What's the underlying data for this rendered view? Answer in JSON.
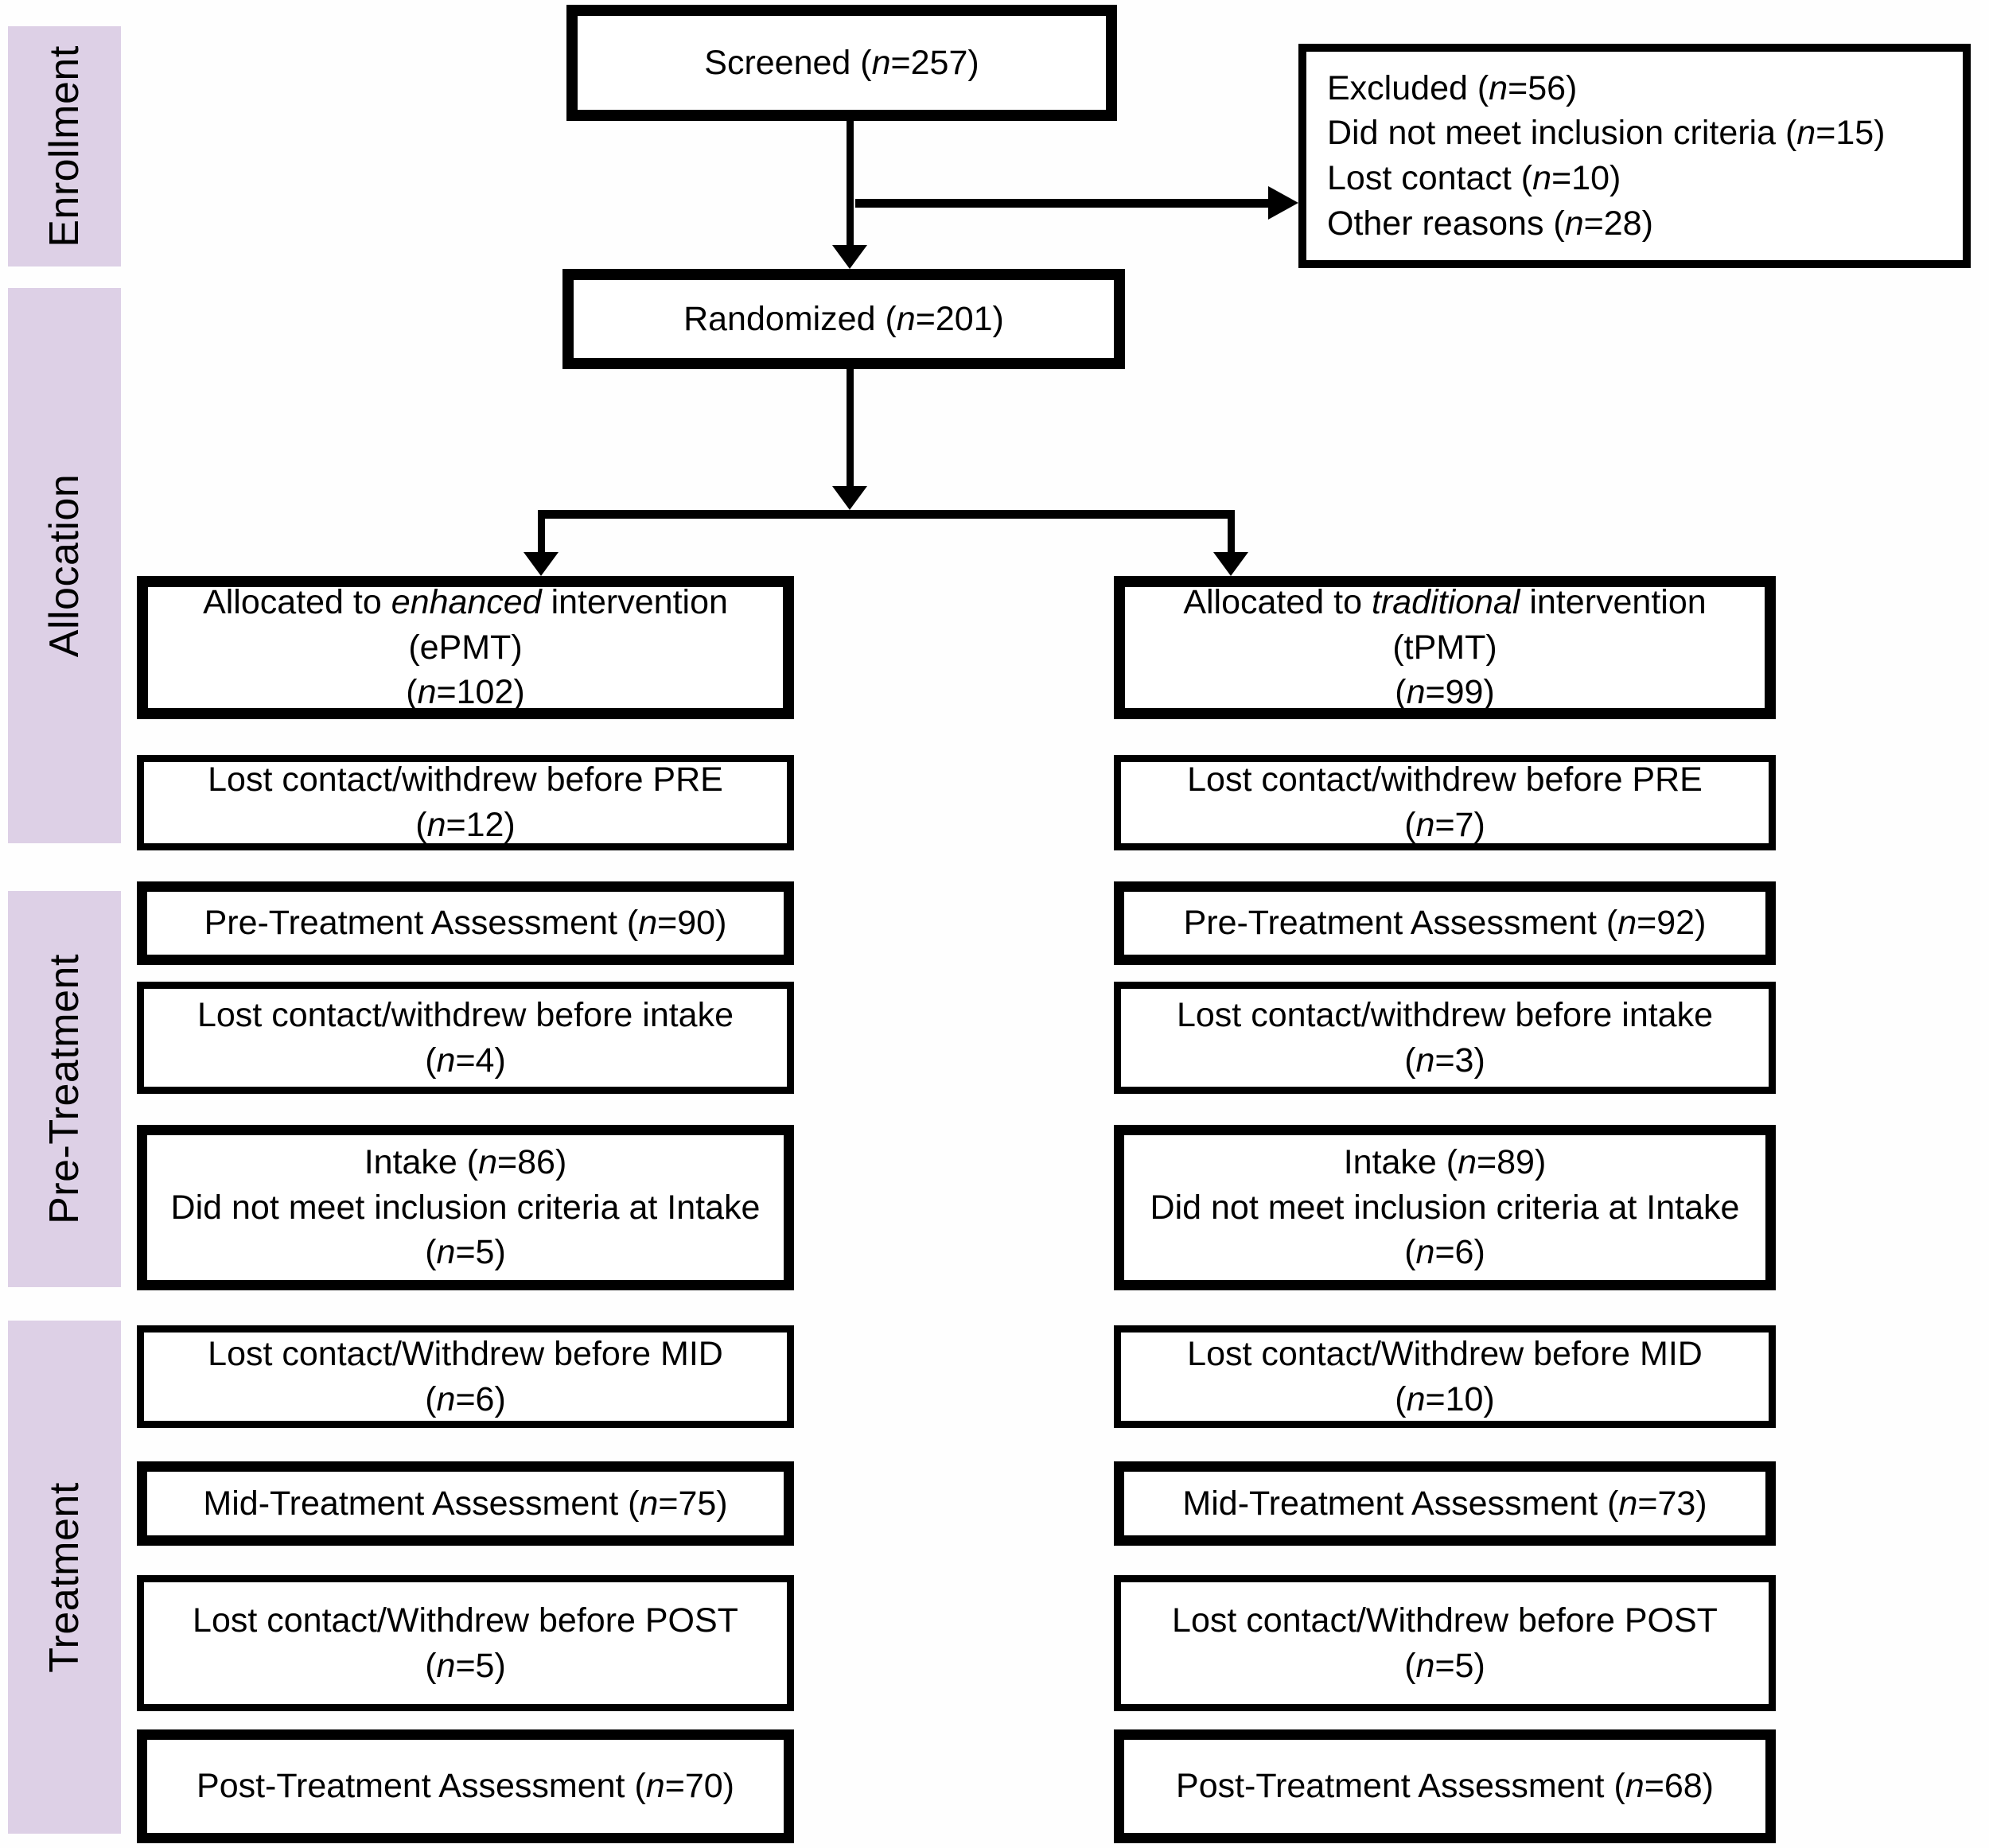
{
  "figure": {
    "type": "CONSORT participant flow diagram",
    "colors": {
      "stage_bar": "#ddd0e6",
      "box_border": "#000000",
      "background": "#ffffff",
      "text": "#000000"
    }
  },
  "stages": [
    {
      "label": "Enrollment"
    },
    {
      "label": "Allocation"
    },
    {
      "label": "Pre-Treatment"
    },
    {
      "label": "Treatment"
    }
  ],
  "flow": {
    "screened": {
      "lines": [
        {
          "text": "Screened",
          "n": "257"
        }
      ]
    },
    "excluded": {
      "lines": [
        {
          "text": "Excluded",
          "n": "56"
        },
        {
          "text": "Did not meet inclusion criteria",
          "n": "15"
        },
        {
          "text": "Lost contact",
          "n": "10"
        },
        {
          "text": "Other reasons",
          "n": "28"
        }
      ]
    },
    "randomized": {
      "lines": [
        {
          "text": "Randomized",
          "n": "201"
        }
      ]
    },
    "enhanced_arm": {
      "allocated": {
        "lines": [
          {
            "text": "Allocated to *enhanced* intervention"
          },
          {
            "text": "(ePMT)"
          },
          {
            "n": "102"
          }
        ]
      },
      "lost_before_pre": {
        "lines": [
          {
            "text": "Lost contact/withdrew before PRE"
          },
          {
            "n": "12"
          }
        ]
      },
      "pre_assessment": {
        "lines": [
          {
            "text": "Pre-Treatment Assessment",
            "n": "90"
          }
        ]
      },
      "lost_before_intake": {
        "lines": [
          {
            "text": "Lost contact/withdrew before intake"
          },
          {
            "n": "4"
          }
        ]
      },
      "intake": {
        "lines": [
          {
            "text": "Intake",
            "n": "86"
          },
          {
            "text": "Did not meet inclusion criteria at Intake"
          },
          {
            "n": "5"
          }
        ]
      },
      "lost_before_mid": {
        "lines": [
          {
            "text": "Lost contact/Withdrew before MID"
          },
          {
            "n": "6"
          }
        ]
      },
      "mid_assessment": {
        "lines": [
          {
            "text": "Mid-Treatment Assessment",
            "n": "75"
          }
        ]
      },
      "lost_before_post": {
        "lines": [
          {
            "text": "Lost contact/Withdrew before POST"
          },
          {
            "n": "5"
          }
        ]
      },
      "post_assessment": {
        "lines": [
          {
            "text": "Post-Treatment Assessment",
            "n": "70"
          }
        ]
      }
    },
    "traditional_arm": {
      "allocated": {
        "lines": [
          {
            "text": "Allocated to *traditional* intervention"
          },
          {
            "text": "(tPMT)"
          },
          {
            "n": "99"
          }
        ]
      },
      "lost_before_pre": {
        "lines": [
          {
            "text": "Lost contact/withdrew before PRE"
          },
          {
            "n": "7"
          }
        ]
      },
      "pre_assessment": {
        "lines": [
          {
            "text": "Pre-Treatment Assessment",
            "n": "92"
          }
        ]
      },
      "lost_before_intake": {
        "lines": [
          {
            "text": "Lost contact/withdrew before intake"
          },
          {
            "n": "3"
          }
        ]
      },
      "intake": {
        "lines": [
          {
            "text": "Intake",
            "n": "89"
          },
          {
            "text": "Did not meet inclusion criteria at Intake"
          },
          {
            "n": "6"
          }
        ]
      },
      "lost_before_mid": {
        "lines": [
          {
            "text": "Lost contact/Withdrew before MID"
          },
          {
            "n": "10"
          }
        ]
      },
      "mid_assessment": {
        "lines": [
          {
            "text": "Mid-Treatment Assessment",
            "n": "73"
          }
        ]
      },
      "lost_before_post": {
        "lines": [
          {
            "text": "Lost contact/Withdrew before POST"
          },
          {
            "n": "5"
          }
        ]
      },
      "post_assessment": {
        "lines": [
          {
            "text": "Post-Treatment Assessment",
            "n": "68"
          }
        ]
      }
    }
  }
}
